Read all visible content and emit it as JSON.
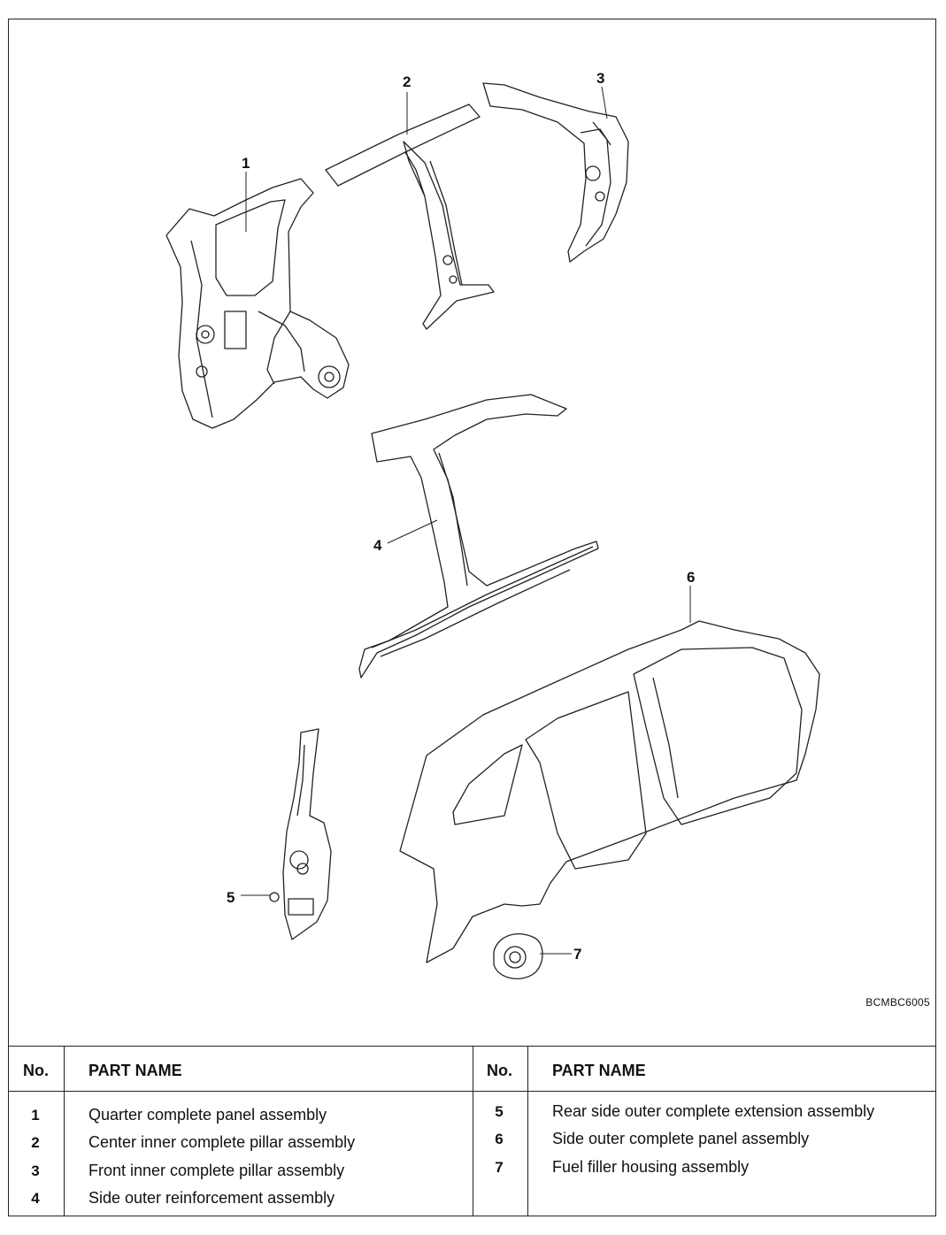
{
  "diagram": {
    "callouts": [
      "1",
      "2",
      "3",
      "4",
      "5",
      "6",
      "7"
    ],
    "code": "BCMBC6005"
  },
  "legend": {
    "col_no": "No.",
    "col_name": "PART NAME",
    "left": [
      {
        "no": "1",
        "name": "Quarter complete panel assembly"
      },
      {
        "no": "2",
        "name": "Center inner complete pillar assembly"
      },
      {
        "no": "3",
        "name": "Front inner complete pillar assembly"
      },
      {
        "no": "4",
        "name": "Side outer reinforcement assembly"
      }
    ],
    "right": [
      {
        "no": "5",
        "name": "Rear side outer complete extension assembly"
      },
      {
        "no": "6",
        "name": "Side outer complete panel assembly"
      },
      {
        "no": "7",
        "name": "Fuel filler housing assembly"
      }
    ]
  }
}
